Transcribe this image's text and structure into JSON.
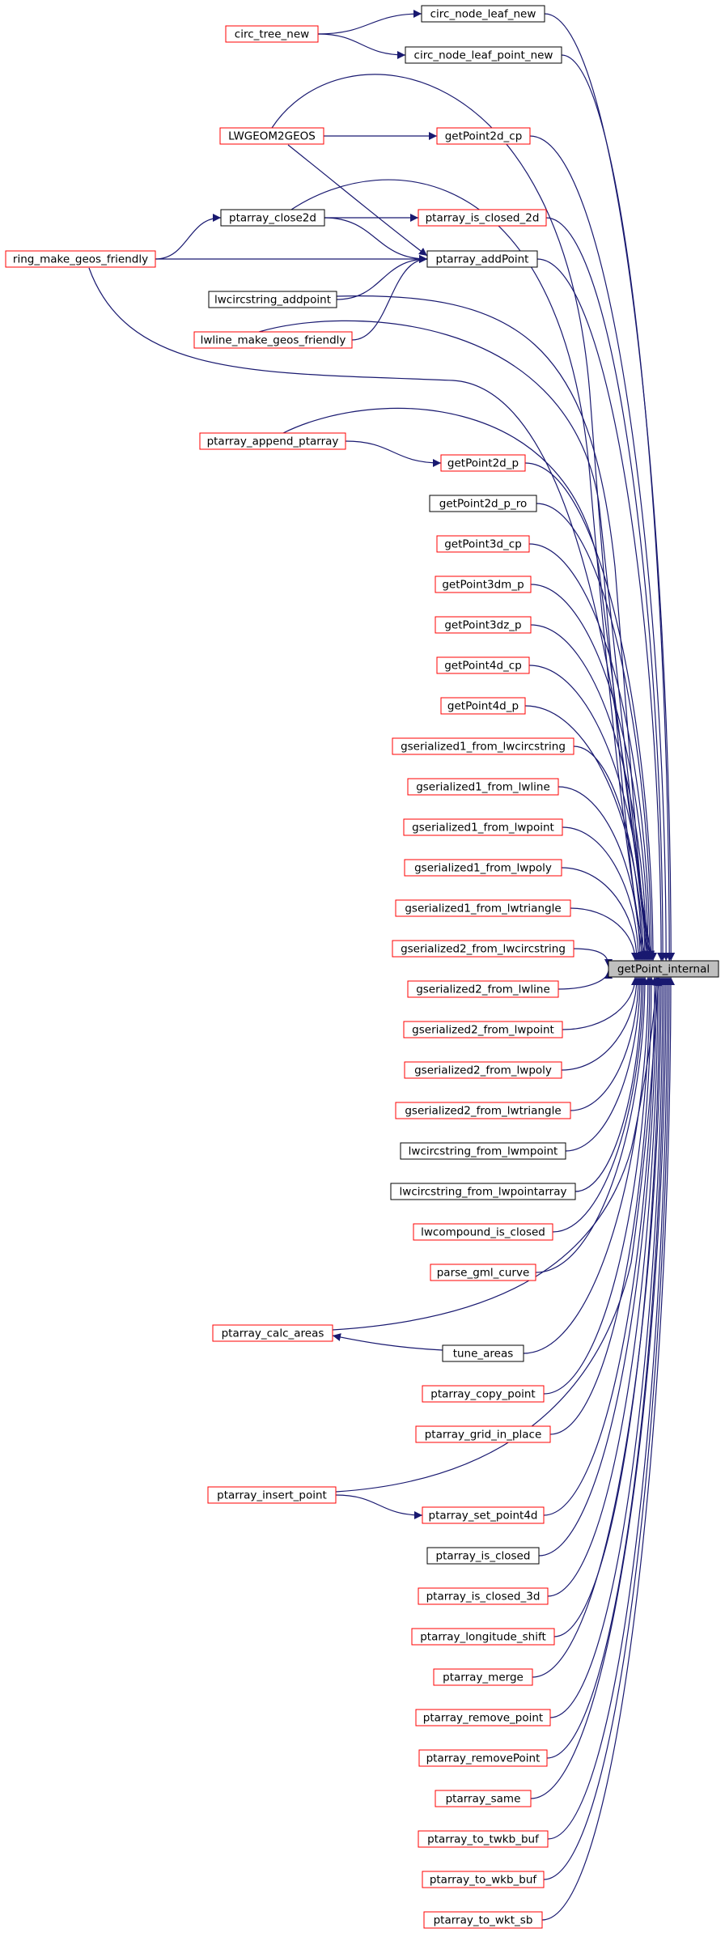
{
  "graph": {
    "target": "getPoint_internal",
    "colors": {
      "edge": "#191970",
      "red": "#ff0000",
      "black": "#000000",
      "target_fill": "#bfbfbf",
      "bg": "#ffffff"
    },
    "nodes": [
      {
        "id": "circ_node_leaf_new",
        "label": "circ_node_leaf_new",
        "border": "black"
      },
      {
        "id": "circ_tree_new",
        "label": "circ_tree_new",
        "border": "red"
      },
      {
        "id": "circ_node_leaf_point_new",
        "label": "circ_node_leaf_point_new",
        "border": "black"
      },
      {
        "id": "LWGEOM2GEOS",
        "label": "LWGEOM2GEOS",
        "border": "red"
      },
      {
        "id": "getPoint2d_cp",
        "label": "getPoint2d_cp",
        "border": "red"
      },
      {
        "id": "ptarray_close2d",
        "label": "ptarray_close2d",
        "border": "black"
      },
      {
        "id": "ptarray_is_closed_2d",
        "label": "ptarray_is_closed_2d",
        "border": "red"
      },
      {
        "id": "ring_make_geos_friendly",
        "label": "ring_make_geos_friendly",
        "border": "red"
      },
      {
        "id": "ptarray_addPoint",
        "label": "ptarray_addPoint",
        "border": "black"
      },
      {
        "id": "lwcircstring_addpoint",
        "label": "lwcircstring_addpoint",
        "border": "black"
      },
      {
        "id": "lwline_make_geos_friendly",
        "label": "lwline_make_geos_friendly",
        "border": "red"
      },
      {
        "id": "ptarray_append_ptarray",
        "label": "ptarray_append_ptarray",
        "border": "red"
      },
      {
        "id": "getPoint2d_p",
        "label": "getPoint2d_p",
        "border": "red"
      },
      {
        "id": "getPoint2d_p_ro",
        "label": "getPoint2d_p_ro",
        "border": "black"
      },
      {
        "id": "getPoint3d_cp",
        "label": "getPoint3d_cp",
        "border": "red"
      },
      {
        "id": "getPoint3dm_p",
        "label": "getPoint3dm_p",
        "border": "red"
      },
      {
        "id": "getPoint3dz_p",
        "label": "getPoint3dz_p",
        "border": "red"
      },
      {
        "id": "getPoint4d_cp",
        "label": "getPoint4d_cp",
        "border": "red"
      },
      {
        "id": "getPoint4d_p",
        "label": "getPoint4d_p",
        "border": "red"
      },
      {
        "id": "gserialized1_from_lwcircstring",
        "label": "gserialized1_from_lwcircstring",
        "border": "red"
      },
      {
        "id": "gserialized1_from_lwline",
        "label": "gserialized1_from_lwline",
        "border": "red"
      },
      {
        "id": "gserialized1_from_lwpoint",
        "label": "gserialized1_from_lwpoint",
        "border": "red"
      },
      {
        "id": "gserialized1_from_lwpoly",
        "label": "gserialized1_from_lwpoly",
        "border": "red"
      },
      {
        "id": "gserialized1_from_lwtriangle",
        "label": "gserialized1_from_lwtriangle",
        "border": "red"
      },
      {
        "id": "gserialized2_from_lwcircstring",
        "label": "gserialized2_from_lwcircstring",
        "border": "red"
      },
      {
        "id": "getPoint_internal",
        "label": "getPoint_internal",
        "border": "black"
      },
      {
        "id": "gserialized2_from_lwline",
        "label": "gserialized2_from_lwline",
        "border": "red"
      },
      {
        "id": "gserialized2_from_lwpoint",
        "label": "gserialized2_from_lwpoint",
        "border": "red"
      },
      {
        "id": "gserialized2_from_lwpoly",
        "label": "gserialized2_from_lwpoly",
        "border": "red"
      },
      {
        "id": "gserialized2_from_lwtriangle",
        "label": "gserialized2_from_lwtriangle",
        "border": "red"
      },
      {
        "id": "lwcircstring_from_lwmpoint",
        "label": "lwcircstring_from_lwmpoint",
        "border": "black"
      },
      {
        "id": "lwcircstring_from_lwpointarray",
        "label": "lwcircstring_from_lwpointarray",
        "border": "black"
      },
      {
        "id": "lwcompound_is_closed",
        "label": "lwcompound_is_closed",
        "border": "red"
      },
      {
        "id": "parse_gml_curve",
        "label": "parse_gml_curve",
        "border": "red"
      },
      {
        "id": "ptarray_calc_areas",
        "label": "ptarray_calc_areas",
        "border": "red"
      },
      {
        "id": "tune_areas",
        "label": "tune_areas",
        "border": "black"
      },
      {
        "id": "ptarray_copy_point",
        "label": "ptarray_copy_point",
        "border": "red"
      },
      {
        "id": "ptarray_grid_in_place",
        "label": "ptarray_grid_in_place",
        "border": "red"
      },
      {
        "id": "ptarray_insert_point",
        "label": "ptarray_insert_point",
        "border": "red"
      },
      {
        "id": "ptarray_set_point4d",
        "label": "ptarray_set_point4d",
        "border": "red"
      },
      {
        "id": "ptarray_is_closed",
        "label": "ptarray_is_closed",
        "border": "black"
      },
      {
        "id": "ptarray_is_closed_3d",
        "label": "ptarray_is_closed_3d",
        "border": "red"
      },
      {
        "id": "ptarray_longitude_shift",
        "label": "ptarray_longitude_shift",
        "border": "red"
      },
      {
        "id": "ptarray_merge",
        "label": "ptarray_merge",
        "border": "red"
      },
      {
        "id": "ptarray_remove_point",
        "label": "ptarray_remove_point",
        "border": "red"
      },
      {
        "id": "ptarray_removePoint",
        "label": "ptarray_removePoint",
        "border": "red"
      },
      {
        "id": "ptarray_same",
        "label": "ptarray_same",
        "border": "red"
      },
      {
        "id": "ptarray_to_twkb_buf",
        "label": "ptarray_to_twkb_buf",
        "border": "red"
      },
      {
        "id": "ptarray_to_wkb_buf",
        "label": "ptarray_to_wkb_buf",
        "border": "red"
      },
      {
        "id": "ptarray_to_wkt_sb",
        "label": "ptarray_to_wkt_sb",
        "border": "red"
      }
    ],
    "edges": [
      {
        "from": "circ_tree_new",
        "to": "circ_node_leaf_new"
      },
      {
        "from": "circ_tree_new",
        "to": "circ_node_leaf_point_new"
      },
      {
        "from": "circ_node_leaf_new",
        "to": "getPoint_internal"
      },
      {
        "from": "circ_node_leaf_point_new",
        "to": "getPoint_internal"
      },
      {
        "from": "LWGEOM2GEOS",
        "to": "getPoint2d_cp"
      },
      {
        "from": "LWGEOM2GEOS",
        "to": "ptarray_addPoint"
      },
      {
        "from": "LWGEOM2GEOS",
        "to": "getPoint_internal"
      },
      {
        "from": "getPoint2d_cp",
        "to": "getPoint_internal"
      },
      {
        "from": "ptarray_close2d",
        "to": "ptarray_is_closed_2d"
      },
      {
        "from": "ptarray_close2d",
        "to": "ptarray_addPoint"
      },
      {
        "from": "ptarray_close2d",
        "to": "getPoint_internal"
      },
      {
        "from": "ring_make_geos_friendly",
        "to": "ptarray_close2d"
      },
      {
        "from": "ring_make_geos_friendly",
        "to": "ptarray_addPoint"
      },
      {
        "from": "ring_make_geos_friendly",
        "to": "getPoint_internal"
      },
      {
        "from": "ptarray_is_closed_2d",
        "to": "getPoint_internal"
      },
      {
        "from": "lwcircstring_addpoint",
        "to": "ptarray_addPoint"
      },
      {
        "from": "lwcircstring_addpoint",
        "to": "getPoint_internal"
      },
      {
        "from": "lwline_make_geos_friendly",
        "to": "ptarray_addPoint"
      },
      {
        "from": "lwline_make_geos_friendly",
        "to": "getPoint_internal"
      },
      {
        "from": "ptarray_addPoint",
        "to": "getPoint_internal"
      },
      {
        "from": "ptarray_append_ptarray",
        "to": "getPoint2d_p"
      },
      {
        "from": "ptarray_append_ptarray",
        "to": "getPoint_internal"
      },
      {
        "from": "getPoint2d_p",
        "to": "getPoint_internal"
      },
      {
        "from": "getPoint2d_p_ro",
        "to": "getPoint_internal"
      },
      {
        "from": "getPoint3d_cp",
        "to": "getPoint_internal"
      },
      {
        "from": "getPoint3dm_p",
        "to": "getPoint_internal"
      },
      {
        "from": "getPoint3dz_p",
        "to": "getPoint_internal"
      },
      {
        "from": "getPoint4d_cp",
        "to": "getPoint_internal"
      },
      {
        "from": "getPoint4d_p",
        "to": "getPoint_internal"
      },
      {
        "from": "gserialized1_from_lwcircstring",
        "to": "getPoint_internal"
      },
      {
        "from": "gserialized1_from_lwline",
        "to": "getPoint_internal"
      },
      {
        "from": "gserialized1_from_lwpoint",
        "to": "getPoint_internal"
      },
      {
        "from": "gserialized1_from_lwpoly",
        "to": "getPoint_internal"
      },
      {
        "from": "gserialized1_from_lwtriangle",
        "to": "getPoint_internal"
      },
      {
        "from": "gserialized2_from_lwcircstring",
        "to": "getPoint_internal"
      },
      {
        "from": "gserialized2_from_lwline",
        "to": "getPoint_internal"
      },
      {
        "from": "gserialized2_from_lwpoint",
        "to": "getPoint_internal"
      },
      {
        "from": "gserialized2_from_lwpoly",
        "to": "getPoint_internal"
      },
      {
        "from": "gserialized2_from_lwtriangle",
        "to": "getPoint_internal"
      },
      {
        "from": "lwcircstring_from_lwmpoint",
        "to": "getPoint_internal"
      },
      {
        "from": "lwcircstring_from_lwpointarray",
        "to": "getPoint_internal"
      },
      {
        "from": "lwcompound_is_closed",
        "to": "getPoint_internal"
      },
      {
        "from": "parse_gml_curve",
        "to": "getPoint_internal"
      },
      {
        "from": "ptarray_calc_areas",
        "to": "getPoint_internal"
      },
      {
        "from": "ptarray_calc_areas",
        "to": "tune_areas",
        "reverse": true
      },
      {
        "from": "tune_areas",
        "to": "getPoint_internal"
      },
      {
        "from": "ptarray_copy_point",
        "to": "getPoint_internal"
      },
      {
        "from": "ptarray_grid_in_place",
        "to": "getPoint_internal"
      },
      {
        "from": "ptarray_insert_point",
        "to": "getPoint_internal"
      },
      {
        "from": "ptarray_insert_point",
        "to": "ptarray_set_point4d"
      },
      {
        "from": "ptarray_set_point4d",
        "to": "getPoint_internal"
      },
      {
        "from": "ptarray_is_closed",
        "to": "getPoint_internal"
      },
      {
        "from": "ptarray_is_closed_3d",
        "to": "getPoint_internal"
      },
      {
        "from": "ptarray_longitude_shift",
        "to": "getPoint_internal"
      },
      {
        "from": "ptarray_merge",
        "to": "getPoint_internal"
      },
      {
        "from": "ptarray_remove_point",
        "to": "getPoint_internal"
      },
      {
        "from": "ptarray_removePoint",
        "to": "getPoint_internal"
      },
      {
        "from": "ptarray_same",
        "to": "getPoint_internal"
      },
      {
        "from": "ptarray_to_twkb_buf",
        "to": "getPoint_internal"
      },
      {
        "from": "ptarray_to_wkb_buf",
        "to": "getPoint_internal"
      },
      {
        "from": "ptarray_to_wkt_sb",
        "to": "getPoint_internal"
      }
    ]
  }
}
